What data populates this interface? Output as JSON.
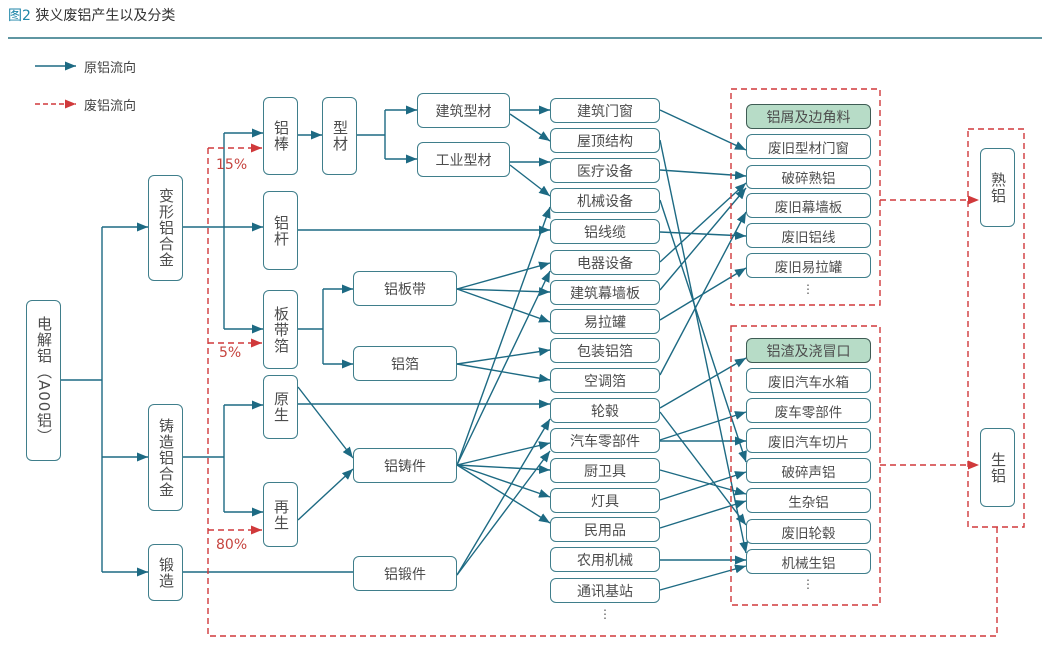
{
  "title": {
    "figure_no": "图2",
    "text": " 狭义废铝产生以及分类"
  },
  "legend": {
    "primary_flow": "原铝流向",
    "scrap_flow": "废铝流向"
  },
  "nodes": {
    "electrolytic": "电解铝（A00铝）",
    "wrought_alloy": "变形铝合金",
    "cast_alloy": "铸造铝合金",
    "forging": "锻造",
    "rod": "铝棒",
    "profile": "型材",
    "wire_rod": "铝杆",
    "sheet_strip_foil": "板带箔",
    "primary": "原生",
    "secondary": "再生",
    "building_profile": "建筑型材",
    "industrial_profile": "工业型材",
    "sheet_strip": "铝板带",
    "foil": "铝箔",
    "casting": "铝铸件",
    "forged_part": "铝锻件"
  },
  "products": [
    "建筑门窗",
    "屋顶结构",
    "医疗设备",
    "机械设备",
    "铝线缆",
    "电器设备",
    "建筑幕墙板",
    "易拉罐",
    "包装铝箔",
    "空调箔",
    "轮毂",
    "汽车零部件",
    "厨卫具",
    "灯具",
    "民用品",
    "农用机械",
    "通讯基站"
  ],
  "products_more": "⋮",
  "scrap_groups": [
    {
      "header": "铝屑及边角料",
      "items": [
        "废旧型材门窗",
        "破碎熟铝",
        "废旧幕墙板",
        "废旧铝线",
        "废旧易拉罐"
      ],
      "more": "⋮"
    },
    {
      "header": "铝渣及浇冒口",
      "items": [
        "废旧汽车水箱",
        "废车零部件",
        "废旧汽车切片",
        "破碎声铝",
        "生杂铝",
        "废旧轮毂",
        "机械生铝"
      ],
      "more": "⋮"
    }
  ],
  "outputs": {
    "wrought_scrap": "熟铝",
    "cast_scrap": "生铝"
  },
  "recycle_shares": {
    "rod": "15%",
    "sheet_strip_foil": "5%",
    "secondary": "80%"
  },
  "colors": {
    "primary_flow": "#1d6a83",
    "scrap_flow": "#d0393b",
    "box_border": "#3f7e8b",
    "header_fill": "#b7dcc7"
  }
}
